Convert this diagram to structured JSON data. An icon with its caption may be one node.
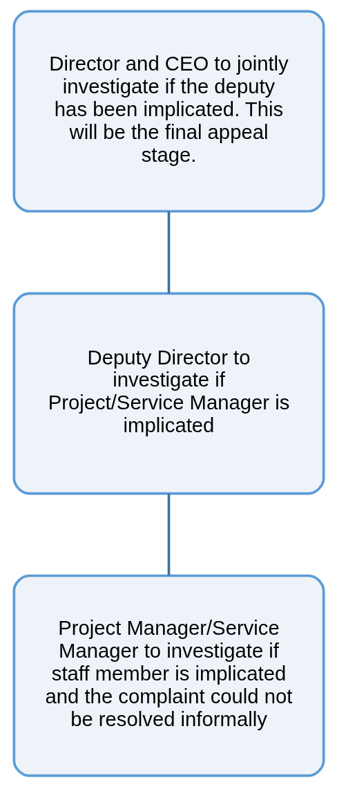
{
  "diagram": {
    "nodes": [
      {
        "text": [
          "Director and CEO to jointly investigate if the deputy has been implicated. This will be the final appeal stage."
        ]
      },
      {
        "text": [
          "Deputy Director to investigate if Project/Service Manager is implicated"
        ]
      },
      {
        "text": [
          "Project Manager/Service Manager to investigate if staff member is implicated and the complaint could not be resolved informally"
        ]
      }
    ],
    "edges": [
      {
        "from": 0,
        "to": 1,
        "arrow": "none"
      },
      {
        "from": 1,
        "to": 2,
        "arrow": "none"
      }
    ]
  }
}
